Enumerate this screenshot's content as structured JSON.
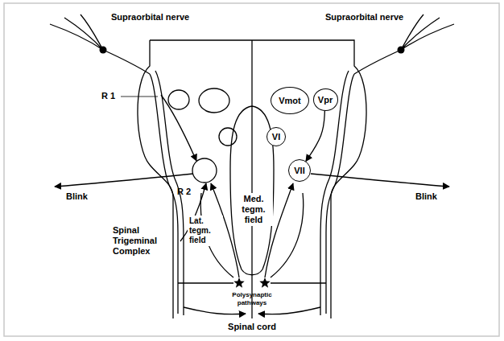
{
  "diagram": {
    "nodes": [
      {
        "text": [
          "Vmot"
        ]
      },
      {
        "text": [
          "Vpr"
        ]
      },
      {
        "text": [
          "VI"
        ]
      },
      {
        "text": [
          "VII"
        ]
      }
    ],
    "edges": [
      {
        "from": 1,
        "to": 3,
        "arrow": "to"
      }
    ],
    "labels": [
      "Supraorbital nerve",
      "Supraorbital nerve",
      "R 1",
      "R 2",
      "Blink",
      "Blink",
      "Med. tegm. field",
      "Spinal Trigeminal Complex",
      "Lat. tegm. field",
      "Polysynaptic pathways",
      "Spinal cord"
    ]
  }
}
